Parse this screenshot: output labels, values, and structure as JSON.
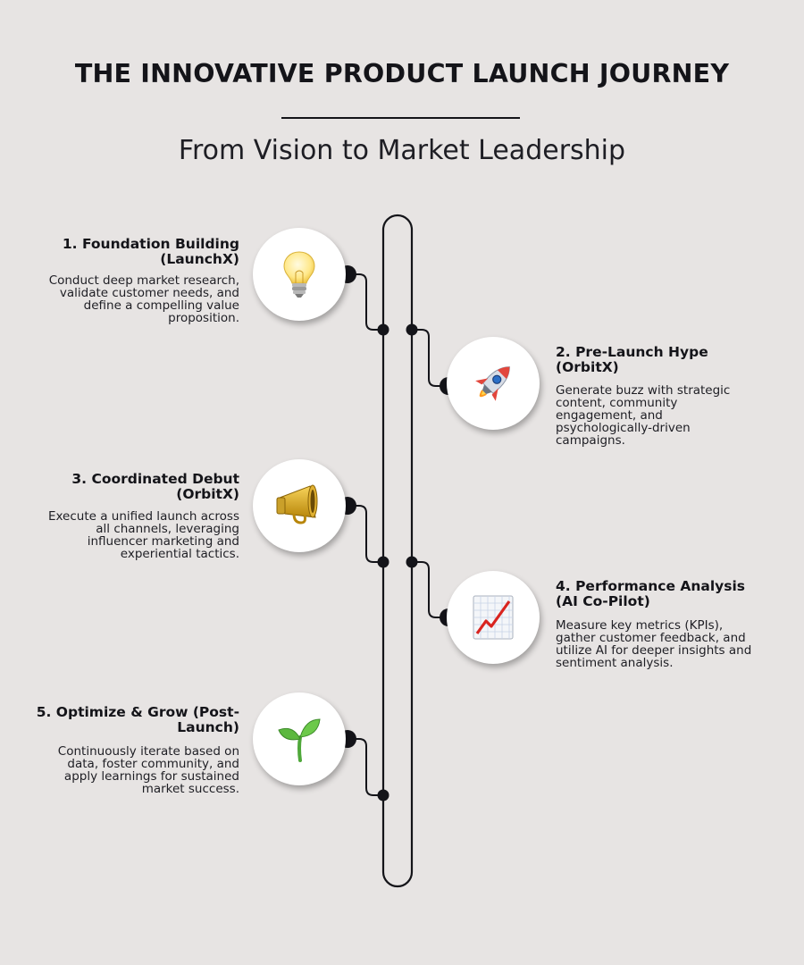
{
  "header": {
    "title": "THE INNOVATIVE PRODUCT LAUNCH JOURNEY",
    "subtitle": "From Vision to Market Leadership"
  },
  "colors": {
    "background": "#e7e4e3",
    "line": "#141419",
    "circle": "#ffffff"
  },
  "steps": [
    {
      "title": "1. Foundation Building (LaunchX)",
      "description": "Conduct deep market research, validate customer needs, and define a compelling value proposition.",
      "icon": "lightbulb-icon",
      "side": "left"
    },
    {
      "title": "2. Pre-Launch Hype (OrbitX)",
      "description": "Generate buzz with strategic content, community engagement, and psychologically-driven campaigns.",
      "icon": "rocket-icon",
      "side": "right"
    },
    {
      "title": "3. Coordinated Debut (OrbitX)",
      "description": "Execute a unified launch across all channels, leveraging influencer marketing and experiential tactics.",
      "icon": "megaphone-icon",
      "side": "left"
    },
    {
      "title": "4. Performance Analysis (AI Co-Pilot)",
      "description": "Measure key metrics (KPIs), gather customer feedback, and utilize AI for deeper insights and sentiment analysis.",
      "icon": "chart-increasing-icon",
      "side": "right"
    },
    {
      "title": "5. Optimize & Grow (Post-Launch)",
      "description": "Continuously iterate based on data, foster community, and apply learnings for sustained market success.",
      "icon": "seedling-icon",
      "side": "left"
    }
  ]
}
